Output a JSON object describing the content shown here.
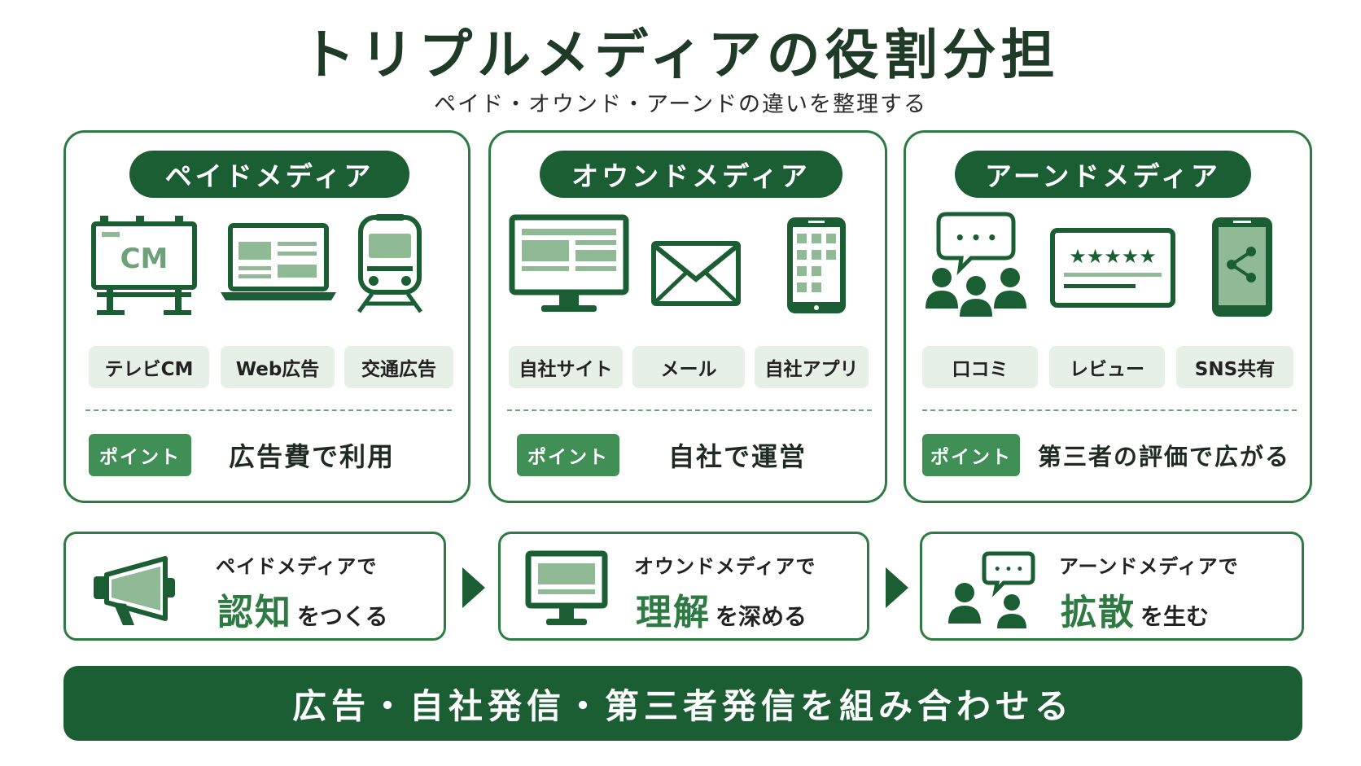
{
  "header": {
    "title": "トリプルメディアの役割分担",
    "subtitle": "ペイド・オウンド・アーンドの違いを整理する"
  },
  "media": [
    {
      "name": "ペイドメディア",
      "examples": [
        "テレビCM",
        "Web広告",
        "交通広告"
      ],
      "icons": [
        "billboard-icon",
        "laptop-icon",
        "train-icon"
      ],
      "billboard_text": "CM",
      "point_label": "ポイント",
      "point_text": "広告費で利用"
    },
    {
      "name": "オウンドメディア",
      "examples": [
        "自社サイト",
        "メール",
        "自社アプリ"
      ],
      "icons": [
        "monitor-icon",
        "envelope-icon",
        "smartphone-apps-icon"
      ],
      "point_label": "ポイント",
      "point_text": "自社で運営"
    },
    {
      "name": "アーンドメディア",
      "examples": [
        "口コミ",
        "レビュー",
        "SNS共有"
      ],
      "icons": [
        "chat-people-icon",
        "review-stars-icon",
        "share-phone-icon"
      ],
      "stars": "★★★★★",
      "chat_dots": "• • •",
      "point_label": "ポイント",
      "point_text": "第三者の評価で広がる"
    }
  ],
  "flow": [
    {
      "icon": "megaphone-icon",
      "pre": "ペイドメディアで",
      "key": "認知",
      "rest": "をつくる"
    },
    {
      "icon": "monitor-icon",
      "pre": "オウンドメディアで",
      "key": "理解",
      "rest": "を深める"
    },
    {
      "icon": "people-chat-icon",
      "pre": "アーンドメディアで",
      "key": "拡散",
      "rest": "を生む"
    }
  ],
  "footer": {
    "banner": "広告・自社発信・第三者発信を組み合わせる"
  },
  "colors": {
    "dark_green": "#1b5e34",
    "green": "#2e7a43",
    "badge_green": "#3f8f56",
    "light_green": "#e6f0e6",
    "icon_fill": "#8fba95"
  }
}
